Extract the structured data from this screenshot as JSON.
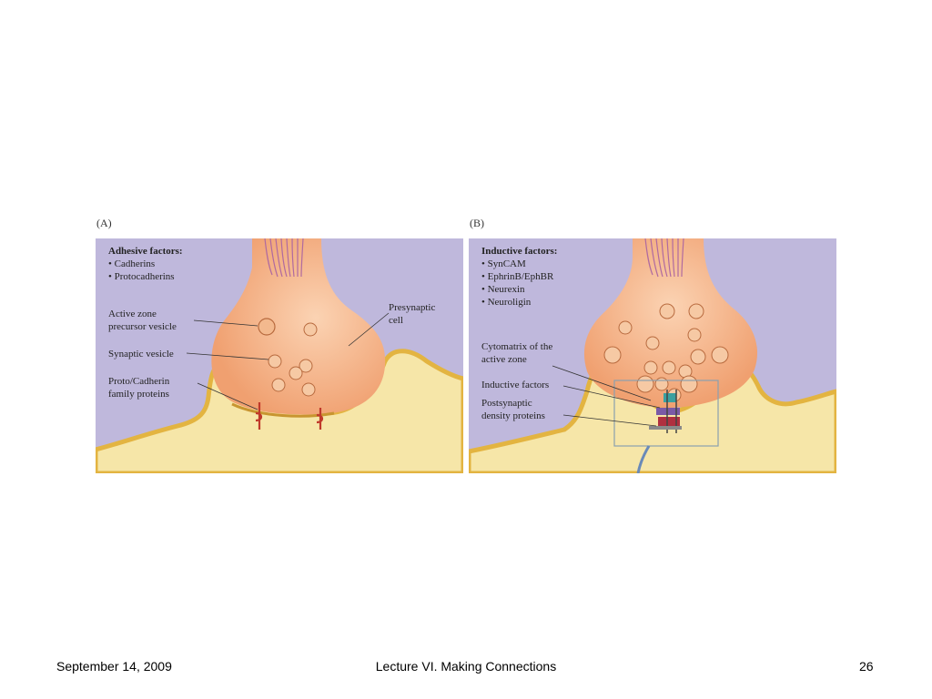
{
  "panel_a": {
    "letter": "(A)",
    "heading": "Adhesive factors:",
    "bullets": [
      "• Cadherins",
      "• Protocadherins"
    ],
    "labels": {
      "active_zone_1": "Active zone",
      "active_zone_2": "precursor vesicle",
      "synaptic_vesicle": "Synaptic vesicle",
      "proto_1": "Proto/Cadherin",
      "proto_2": "family proteins",
      "presynaptic_1": "Presynaptic",
      "presynaptic_2": "cell"
    }
  },
  "panel_b": {
    "letter": "(B)",
    "heading": "Inductive factors:",
    "bullets": [
      "• SynCAM",
      "• EphrinB/EphBR",
      "• Neurexin",
      "• Neuroligin"
    ],
    "labels": {
      "cyto_1": "Cytomatrix of the",
      "cyto_2": "active zone",
      "inductive": "Inductive factors",
      "psd_1": "Postsynaptic",
      "psd_2": "density proteins"
    }
  },
  "footer": {
    "date": "September 14, 2009",
    "title": "Lecture VI. Making Connections",
    "page": "26"
  },
  "colors": {
    "background_lavender": "#bfb8dc",
    "terminal_orange": "#f4ad82",
    "postsynaptic_yellow": "#f6e6a8",
    "membrane_gold": "#e3b441",
    "cadherin_red": "#c0392b"
  }
}
